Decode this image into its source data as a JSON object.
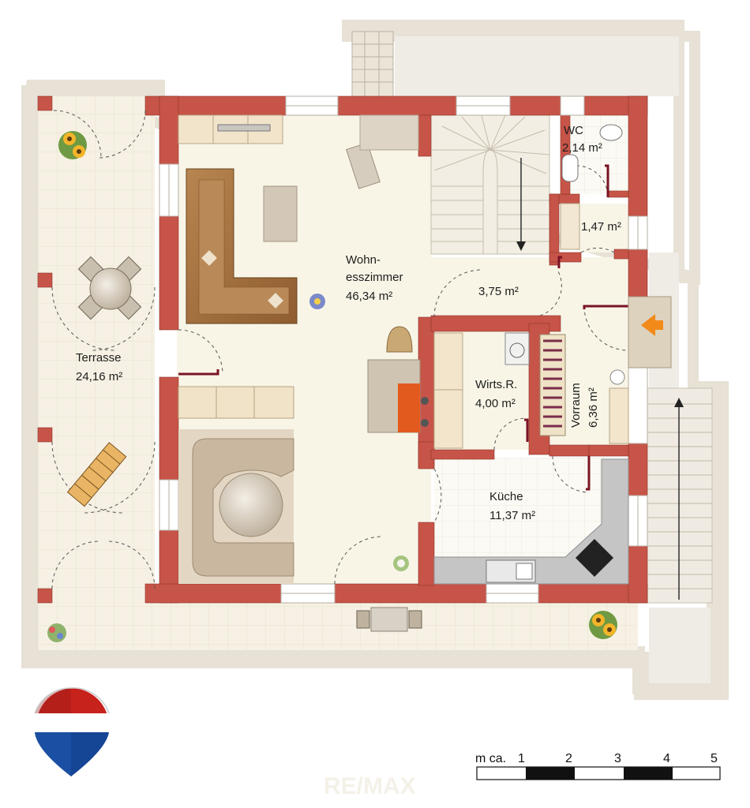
{
  "rooms": {
    "wohn": {
      "label1": "Wohn-",
      "label2": "esszimmer",
      "area": "46,34 m²"
    },
    "terrasse": {
      "label": "Terrasse",
      "area": "24,16 m²"
    },
    "wc": {
      "label": "WC",
      "area": "2,14 m²"
    },
    "abstell": {
      "area": "1,47 m²"
    },
    "flur": {
      "area": "3,75 m²"
    },
    "wirts": {
      "label": "Wirts.R.",
      "area": "4,00 m²"
    },
    "vorraum": {
      "label": "Vorraum",
      "area": "6,36 m²"
    },
    "kueche": {
      "label": "Küche",
      "area": "11,37 m²"
    }
  },
  "scale": {
    "prefix": "m ca.",
    "ticks": [
      "1",
      "2",
      "3",
      "4",
      "5"
    ]
  },
  "watermark": "RE/MAX",
  "colors": {
    "wall": "#c75448",
    "floor": "#f7f4e6",
    "terrace": "#f6f1e4",
    "outer_border": "#e7e1d6",
    "sofa": "#a8733f",
    "logo_red": "#c8221d",
    "logo_blue": "#1b4fa3"
  }
}
